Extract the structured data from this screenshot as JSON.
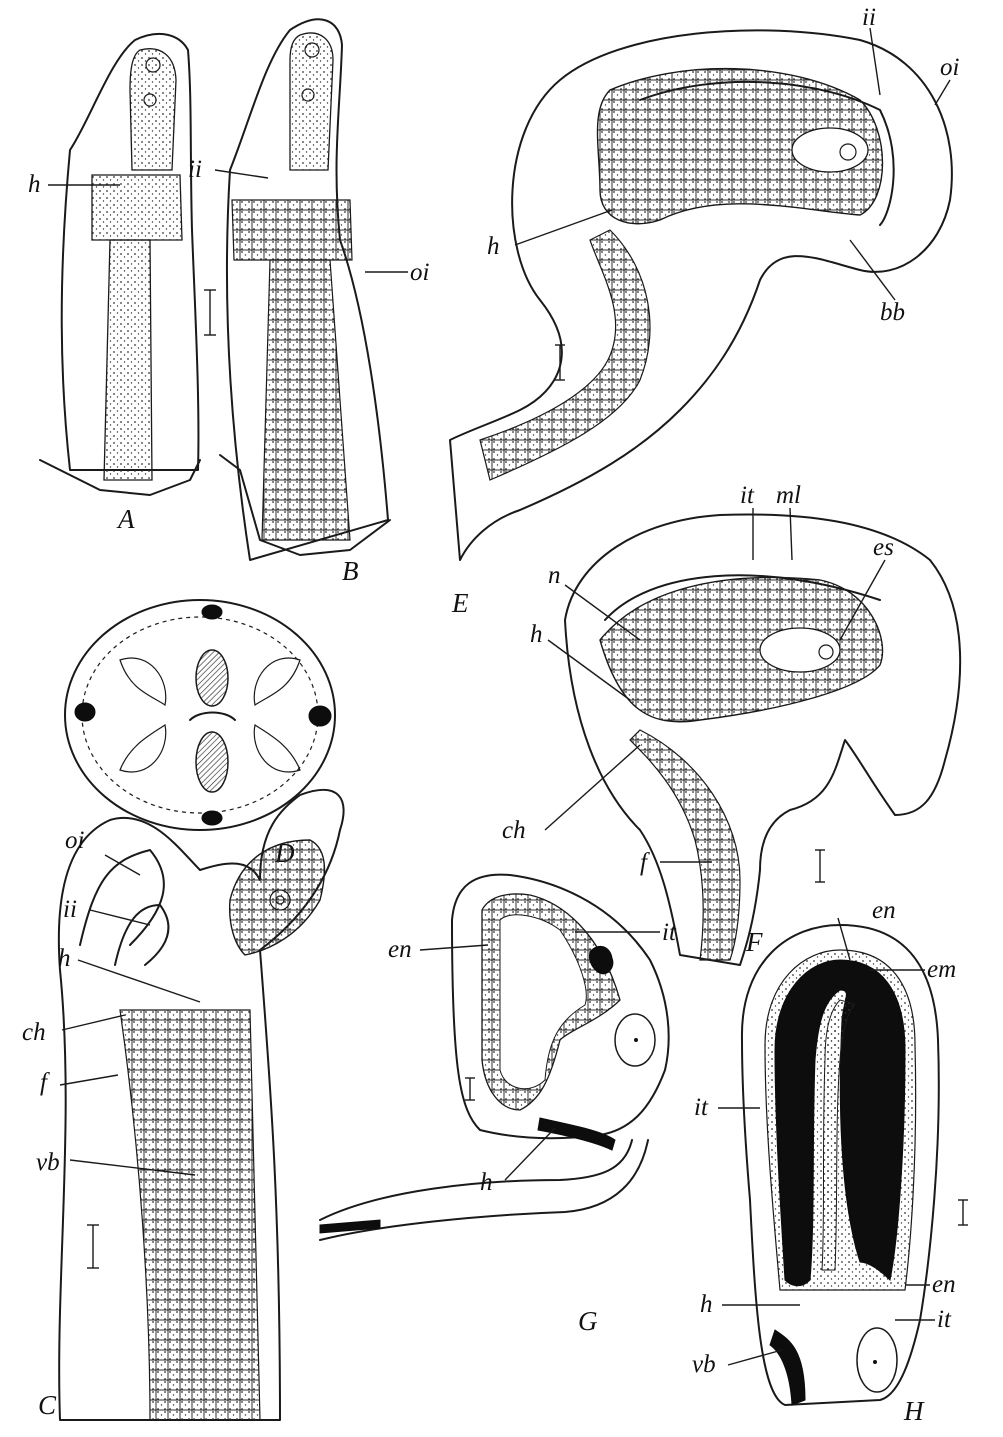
{
  "figure": {
    "panels": {
      "A": "A",
      "B": "B",
      "C": "C",
      "D": "D",
      "E": "E",
      "F": "F",
      "G": "G",
      "H": "H"
    },
    "labels": {
      "A_h": "h",
      "B_ii": "ii",
      "B_oi": "oi",
      "E_ii": "ii",
      "E_oi": "oi",
      "E_h": "h",
      "E_bb": "bb",
      "F_it": "it",
      "F_ml": "ml",
      "F_n": "n",
      "F_es": "es",
      "F_h": "h",
      "F_ch": "ch",
      "F_f": "f",
      "C_oi": "oi",
      "C_ii": "ii",
      "C_h": "h",
      "C_ch": "ch",
      "C_f": "f",
      "C_vb": "vb",
      "G_en": "en",
      "G_it": "it",
      "G_h": "h",
      "H_en_top": "en",
      "H_em": "em",
      "H_it_left": "it",
      "H_en_bottom": "en",
      "H_it_right": "it",
      "H_h": "h",
      "H_vb": "vb"
    }
  }
}
